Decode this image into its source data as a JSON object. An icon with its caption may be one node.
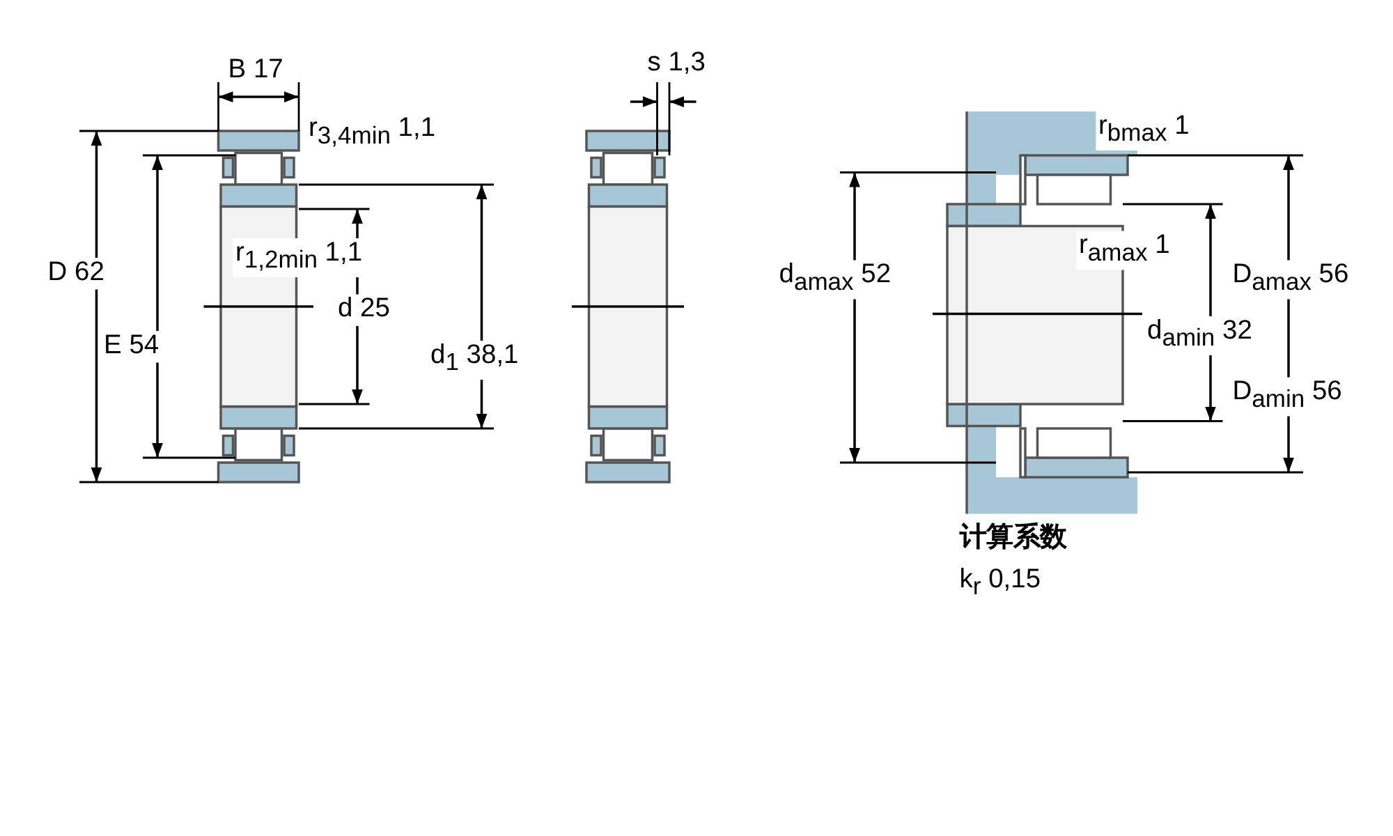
{
  "diagram": {
    "labels": [
      "B 17",
      "r$_{3,4min}$ 1,1",
      "D 62",
      "E 54",
      "r$_{1,2min}$ 1,1",
      "d 25",
      "d$_{1}$ 38,1",
      "s 1,3",
      "r$_{bmax}$ 1",
      "d$_{amax}$ 52",
      "r$_{amax}$ 1",
      "D$_{amax}$ 56",
      "d$_{amin}$ 32",
      "D$_{amin}$ 56",
      "计算系数",
      "k$_{r}$ 0,15"
    ]
  }
}
